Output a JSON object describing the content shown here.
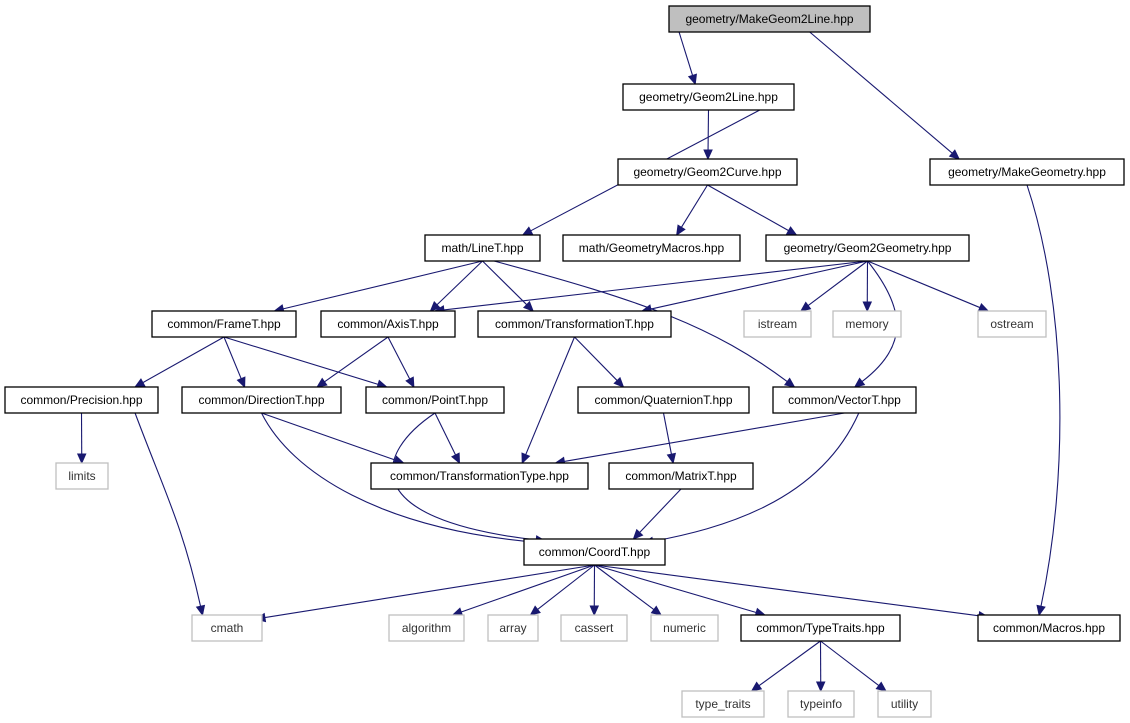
{
  "colors": {
    "edge": "#191970",
    "root_fill": "#bfbfbf",
    "node_fill": "#ffffff",
    "node_border": "#000000",
    "external_border": "#bfbfbf"
  },
  "nodes": [
    {
      "id": "make_geom2line",
      "label": "geometry/MakeGeom2Line.hpp",
      "kind": "root"
    },
    {
      "id": "geom2line",
      "label": "geometry/Geom2Line.hpp",
      "kind": "file"
    },
    {
      "id": "makegeometry",
      "label": "geometry/MakeGeometry.hpp",
      "kind": "file"
    },
    {
      "id": "geom2curve",
      "label": "geometry/Geom2Curve.hpp",
      "kind": "file"
    },
    {
      "id": "linet",
      "label": "math/LineT.hpp",
      "kind": "file"
    },
    {
      "id": "geometrymacros",
      "label": "math/GeometryMacros.hpp",
      "kind": "file"
    },
    {
      "id": "geom2geometry",
      "label": "geometry/Geom2Geometry.hpp",
      "kind": "file"
    },
    {
      "id": "framet",
      "label": "common/FrameT.hpp",
      "kind": "file"
    },
    {
      "id": "axist",
      "label": "common/AxisT.hpp",
      "kind": "file"
    },
    {
      "id": "transformationt",
      "label": "common/TransformationT.hpp",
      "kind": "file"
    },
    {
      "id": "istream",
      "label": "istream",
      "kind": "external"
    },
    {
      "id": "memory",
      "label": "memory",
      "kind": "external"
    },
    {
      "id": "ostream",
      "label": "ostream",
      "kind": "external"
    },
    {
      "id": "precision",
      "label": "common/Precision.hpp",
      "kind": "file"
    },
    {
      "id": "directiont",
      "label": "common/DirectionT.hpp",
      "kind": "file"
    },
    {
      "id": "pointt",
      "label": "common/PointT.hpp",
      "kind": "file"
    },
    {
      "id": "quaterniont",
      "label": "common/QuaternionT.hpp",
      "kind": "file"
    },
    {
      "id": "vectort",
      "label": "common/VectorT.hpp",
      "kind": "file"
    },
    {
      "id": "limits",
      "label": "limits",
      "kind": "external"
    },
    {
      "id": "transformationtype",
      "label": "common/TransformationType.hpp",
      "kind": "file"
    },
    {
      "id": "matrixt",
      "label": "common/MatrixT.hpp",
      "kind": "file"
    },
    {
      "id": "coordt",
      "label": "common/CoordT.hpp",
      "kind": "file"
    },
    {
      "id": "cmath",
      "label": "cmath",
      "kind": "external"
    },
    {
      "id": "algorithm",
      "label": "algorithm",
      "kind": "external"
    },
    {
      "id": "array",
      "label": "array",
      "kind": "external"
    },
    {
      "id": "cassert",
      "label": "cassert",
      "kind": "external"
    },
    {
      "id": "numeric",
      "label": "numeric",
      "kind": "external"
    },
    {
      "id": "typetraits",
      "label": "common/TypeTraits.hpp",
      "kind": "file"
    },
    {
      "id": "macros",
      "label": "common/Macros.hpp",
      "kind": "file"
    },
    {
      "id": "type_traits",
      "label": "type_traits",
      "kind": "external"
    },
    {
      "id": "typeinfo",
      "label": "typeinfo",
      "kind": "external"
    },
    {
      "id": "utility",
      "label": "utility",
      "kind": "external"
    }
  ],
  "edges": [
    {
      "from": "make_geom2line",
      "to": "geom2line"
    },
    {
      "from": "make_geom2line",
      "to": "makegeometry"
    },
    {
      "from": "geom2line",
      "to": "geom2curve"
    },
    {
      "from": "geom2line",
      "to": "linet"
    },
    {
      "from": "makegeometry",
      "to": "macros"
    },
    {
      "from": "geom2curve",
      "to": "geometrymacros"
    },
    {
      "from": "geom2curve",
      "to": "geom2geometry"
    },
    {
      "from": "linet",
      "to": "framet"
    },
    {
      "from": "linet",
      "to": "axist"
    },
    {
      "from": "linet",
      "to": "transformationt"
    },
    {
      "from": "linet",
      "to": "vectort"
    },
    {
      "from": "geom2geometry",
      "to": "axist"
    },
    {
      "from": "geom2geometry",
      "to": "transformationt"
    },
    {
      "from": "geom2geometry",
      "to": "istream"
    },
    {
      "from": "geom2geometry",
      "to": "memory"
    },
    {
      "from": "geom2geometry",
      "to": "ostream"
    },
    {
      "from": "geom2geometry",
      "to": "vectort"
    },
    {
      "from": "framet",
      "to": "precision"
    },
    {
      "from": "framet",
      "to": "directiont"
    },
    {
      "from": "framet",
      "to": "pointt"
    },
    {
      "from": "axist",
      "to": "directiont"
    },
    {
      "from": "axist",
      "to": "pointt"
    },
    {
      "from": "transformationt",
      "to": "quaterniont"
    },
    {
      "from": "transformationt",
      "to": "transformationtype"
    },
    {
      "from": "precision",
      "to": "limits"
    },
    {
      "from": "precision",
      "to": "cmath"
    },
    {
      "from": "directiont",
      "to": "transformationtype"
    },
    {
      "from": "directiont",
      "to": "coordt"
    },
    {
      "from": "pointt",
      "to": "transformationtype"
    },
    {
      "from": "pointt",
      "to": "coordt"
    },
    {
      "from": "quaterniont",
      "to": "matrixt"
    },
    {
      "from": "vectort",
      "to": "transformationtype"
    },
    {
      "from": "vectort",
      "to": "coordt"
    },
    {
      "from": "matrixt",
      "to": "coordt"
    },
    {
      "from": "coordt",
      "to": "cmath"
    },
    {
      "from": "coordt",
      "to": "algorithm"
    },
    {
      "from": "coordt",
      "to": "array"
    },
    {
      "from": "coordt",
      "to": "cassert"
    },
    {
      "from": "coordt",
      "to": "numeric"
    },
    {
      "from": "coordt",
      "to": "typetraits"
    },
    {
      "from": "coordt",
      "to": "macros"
    },
    {
      "from": "typetraits",
      "to": "type_traits"
    },
    {
      "from": "typetraits",
      "to": "typeinfo"
    },
    {
      "from": "typetraits",
      "to": "utility"
    }
  ]
}
